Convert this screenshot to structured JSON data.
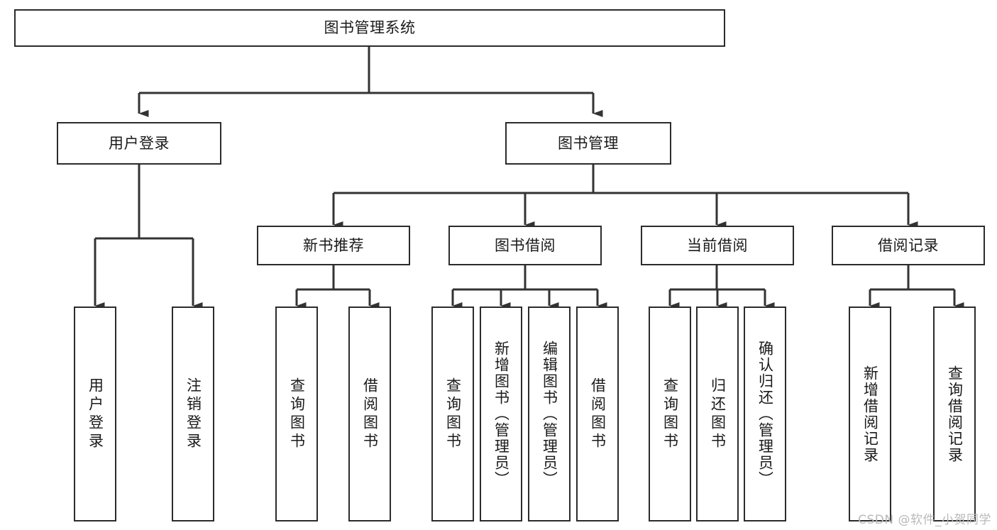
{
  "diagram": {
    "title": "图书管理系统",
    "watermark": "CSDN @软件_小贺同学",
    "colors": {
      "box_border": "#2b2b2b",
      "box_fill": "#ffffff",
      "connector": "#333333",
      "text": "#1a1a1a",
      "watermark": "#b9b9b9",
      "background": "#ffffff"
    },
    "root": {
      "label": "图书管理系统"
    },
    "level2": [
      {
        "label": "用户登录"
      },
      {
        "label": "图书管理"
      }
    ],
    "level3": [
      {
        "label": "新书推荐"
      },
      {
        "label": "图书借阅"
      },
      {
        "label": "当前借阅"
      },
      {
        "label": "借阅记录"
      }
    ],
    "leaves": {
      "user_login": [
        {
          "label": "用户登录"
        },
        {
          "label": "注销登录"
        }
      ],
      "new_book_recommend": [
        {
          "label": "查询图书"
        },
        {
          "label": "借阅图书"
        }
      ],
      "book_borrow": [
        {
          "label": "查询图书"
        },
        {
          "label": "新增图书（管理员）"
        },
        {
          "label": "编辑图书（管理员）"
        },
        {
          "label": "借阅图书"
        }
      ],
      "current_borrow": [
        {
          "label": "查询图书"
        },
        {
          "label": "归还图书"
        },
        {
          "label": "确认归还（管理员）"
        }
      ],
      "borrow_record": [
        {
          "label": "新增借阅记录"
        },
        {
          "label": "查询借阅记录"
        }
      ]
    }
  }
}
